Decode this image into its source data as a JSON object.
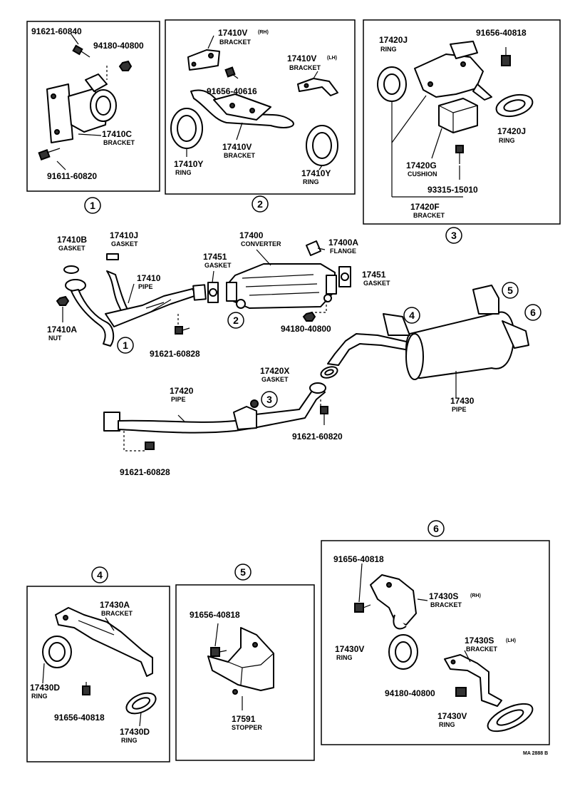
{
  "callouts": {
    "c1": "1",
    "c2": "2",
    "c3": "3",
    "c4": "4",
    "c5": "5",
    "c6": "6"
  },
  "labels": {
    "p91621_60840": "91621-60840",
    "p94180_40800_a": "94180-40800",
    "p17410C": "17410C",
    "n_bracket_a": "BRACKET",
    "p91611_60820": "91611-60820",
    "p17410V_rh": "17410V",
    "q_rh": "(RH)",
    "n_bracket_b": "BRACKET",
    "p17410V_lh": "17410V",
    "q_lh": "(LH)",
    "n_bracket_c": "BRACKET",
    "p91656_40616": "91656-40616",
    "p17410V": "17410V",
    "n_bracket_d": "BRACKET",
    "p17410Y_a": "17410Y",
    "n_ring_a": "RING",
    "p17410Y_b": "17410Y",
    "n_ring_b": "RING",
    "p17420J_a": "17420J",
    "n_ring_c": "RING",
    "p91656_40818_a": "91656-40818",
    "p17420J_b": "17420J",
    "n_ring_d": "RING",
    "p17420G": "17420G",
    "n_cushion": "CUSHION",
    "p93315_15010": "93315-15010",
    "p17420F": "17420F",
    "n_bracket_e": "BRACKET",
    "p17410B": "17410B",
    "n_gasket_a": "GASKET",
    "p17410J": "17410J",
    "n_gasket_b": "GASKET",
    "p17400": "17400",
    "n_converter": "CONVERTER",
    "p17400A": "17400A",
    "n_flange": "FLANGE",
    "p17451_a": "17451",
    "n_gasket_c": "GASKET",
    "p17451_b": "17451",
    "n_gasket_d": "GASKET",
    "p17410": "17410",
    "n_pipe_a": "PIPE",
    "p17410A": "17410A",
    "n_nut": "NUT",
    "p91621_60828_a": "91621-60828",
    "p94180_40800_b": "94180-40800",
    "p17420X": "17420X",
    "n_gasket_e": "GASKET",
    "p17420": "17420",
    "n_pipe_b": "PIPE",
    "p17430": "17430",
    "n_pipe_c": "PIPE",
    "p91621_60820": "91621-60820",
    "p91621_60828_b": "91621-60828",
    "p17430A": "17430A",
    "n_bracket_f": "BRACKET",
    "p17430D_a": "17430D",
    "n_ring_e": "RING",
    "p91656_40818_b": "91656-40818",
    "p17430D_b": "17430D",
    "n_ring_f": "RING",
    "p91656_40818_c": "91656-40818",
    "p17591": "17591",
    "n_stopper": "STOPPER",
    "p91656_40818_d": "91656-40818",
    "p17430S_rh": "17430S",
    "q_rh2": "(RH)",
    "n_bracket_g": "BRACKET",
    "p17430V_a": "17430V",
    "n_ring_g": "RING",
    "p17430S_lh": "17430S",
    "q_lh2": "(LH)",
    "n_bracket_h": "BRACKET",
    "p94180_40800_c": "94180-40800",
    "p17430V_b": "17430V",
    "n_ring_h": "RING"
  },
  "footer": {
    "ref": "MA 2888 B"
  }
}
